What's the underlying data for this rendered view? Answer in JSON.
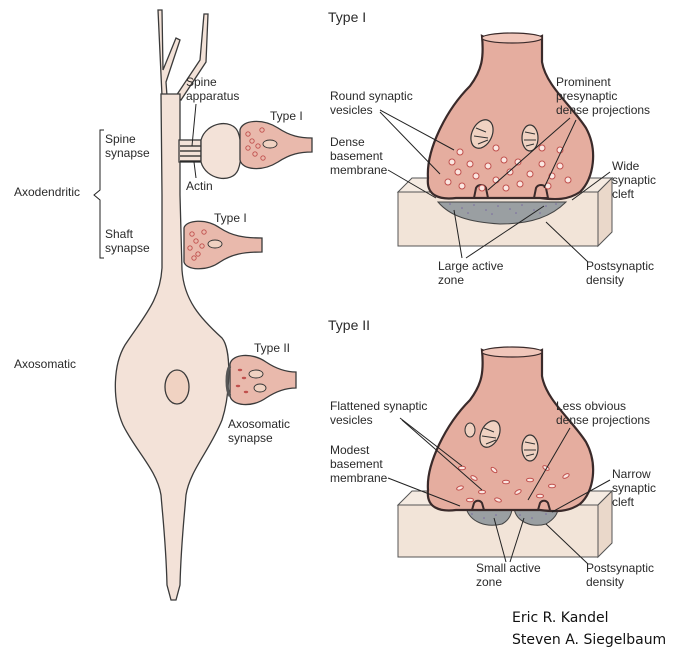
{
  "colors": {
    "neuron_fill": "#f3e2d8",
    "terminal_fill": "#e9b9ac",
    "terminal_dark": "#d6a496",
    "density_fill": "#9a9fa2",
    "block_fill": "#f2e4d8",
    "vesicle": "#c0504d"
  },
  "left": {
    "spine_apparatus": "Spine apparatus",
    "type1_top": "Type I",
    "spine_synapse": "Spine synapse",
    "actin": "Actin",
    "axodendritic": "Axodendritic",
    "type1_mid": "Type I",
    "shaft_synapse": "Shaft synapse",
    "axosomatic": "Axosomatic",
    "type2": "Type II",
    "axosomatic_synapse": "Axosomatic synapse"
  },
  "type1_panel": {
    "title": "Type I",
    "round_vesicles": "Round synaptic vesicles",
    "prominent": "Prominent presynaptic dense projections",
    "dense_membrane": "Dense basement membrane",
    "wide_cleft": "Wide synaptic cleft",
    "large_zone": "Large active zone",
    "post_density": "Postsynaptic density"
  },
  "type2_panel": {
    "title": "Type II",
    "flattened": "Flattened synaptic vesicles",
    "less_obvious": "Less obvious dense projections",
    "modest_membrane": "Modest basement membrane",
    "narrow_cleft": "Narrow synaptic cleft",
    "small_zone": "Small active zone",
    "post_density": "Postsynaptic density"
  },
  "credits": [
    "Eric R. Kandel",
    "Steven A. Siegelbaum"
  ]
}
